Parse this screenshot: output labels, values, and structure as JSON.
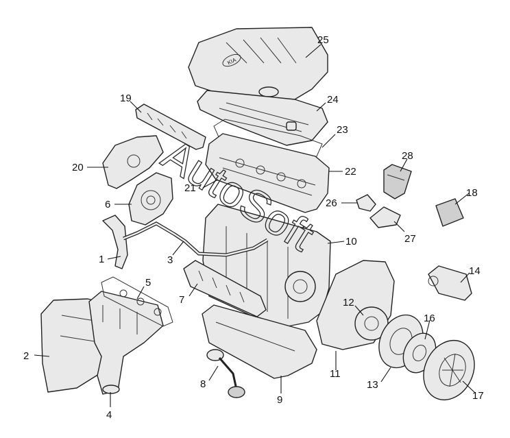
{
  "diagram": {
    "watermark": "AutoSoft",
    "brand_badge": "KIA",
    "callouts": [
      {
        "id": "1",
        "label": "1"
      },
      {
        "id": "2",
        "label": "2"
      },
      {
        "id": "3",
        "label": "3"
      },
      {
        "id": "4",
        "label": "4"
      },
      {
        "id": "5",
        "label": "5"
      },
      {
        "id": "6",
        "label": "6"
      },
      {
        "id": "7",
        "label": "7"
      },
      {
        "id": "8",
        "label": "8"
      },
      {
        "id": "9",
        "label": "9"
      },
      {
        "id": "10",
        "label": "10"
      },
      {
        "id": "11",
        "label": "11"
      },
      {
        "id": "12",
        "label": "12"
      },
      {
        "id": "13",
        "label": "13"
      },
      {
        "id": "14",
        "label": "14"
      },
      {
        "id": "16",
        "label": "16"
      },
      {
        "id": "17",
        "label": "17"
      },
      {
        "id": "18",
        "label": "18"
      },
      {
        "id": "19",
        "label": "19"
      },
      {
        "id": "20",
        "label": "20"
      },
      {
        "id": "21",
        "label": "21"
      },
      {
        "id": "22",
        "label": "22"
      },
      {
        "id": "23",
        "label": "23"
      },
      {
        "id": "24",
        "label": "24"
      },
      {
        "id": "25",
        "label": "25"
      },
      {
        "id": "26",
        "label": "26"
      },
      {
        "id": "27",
        "label": "27"
      },
      {
        "id": "28",
        "label": "28"
      }
    ]
  }
}
